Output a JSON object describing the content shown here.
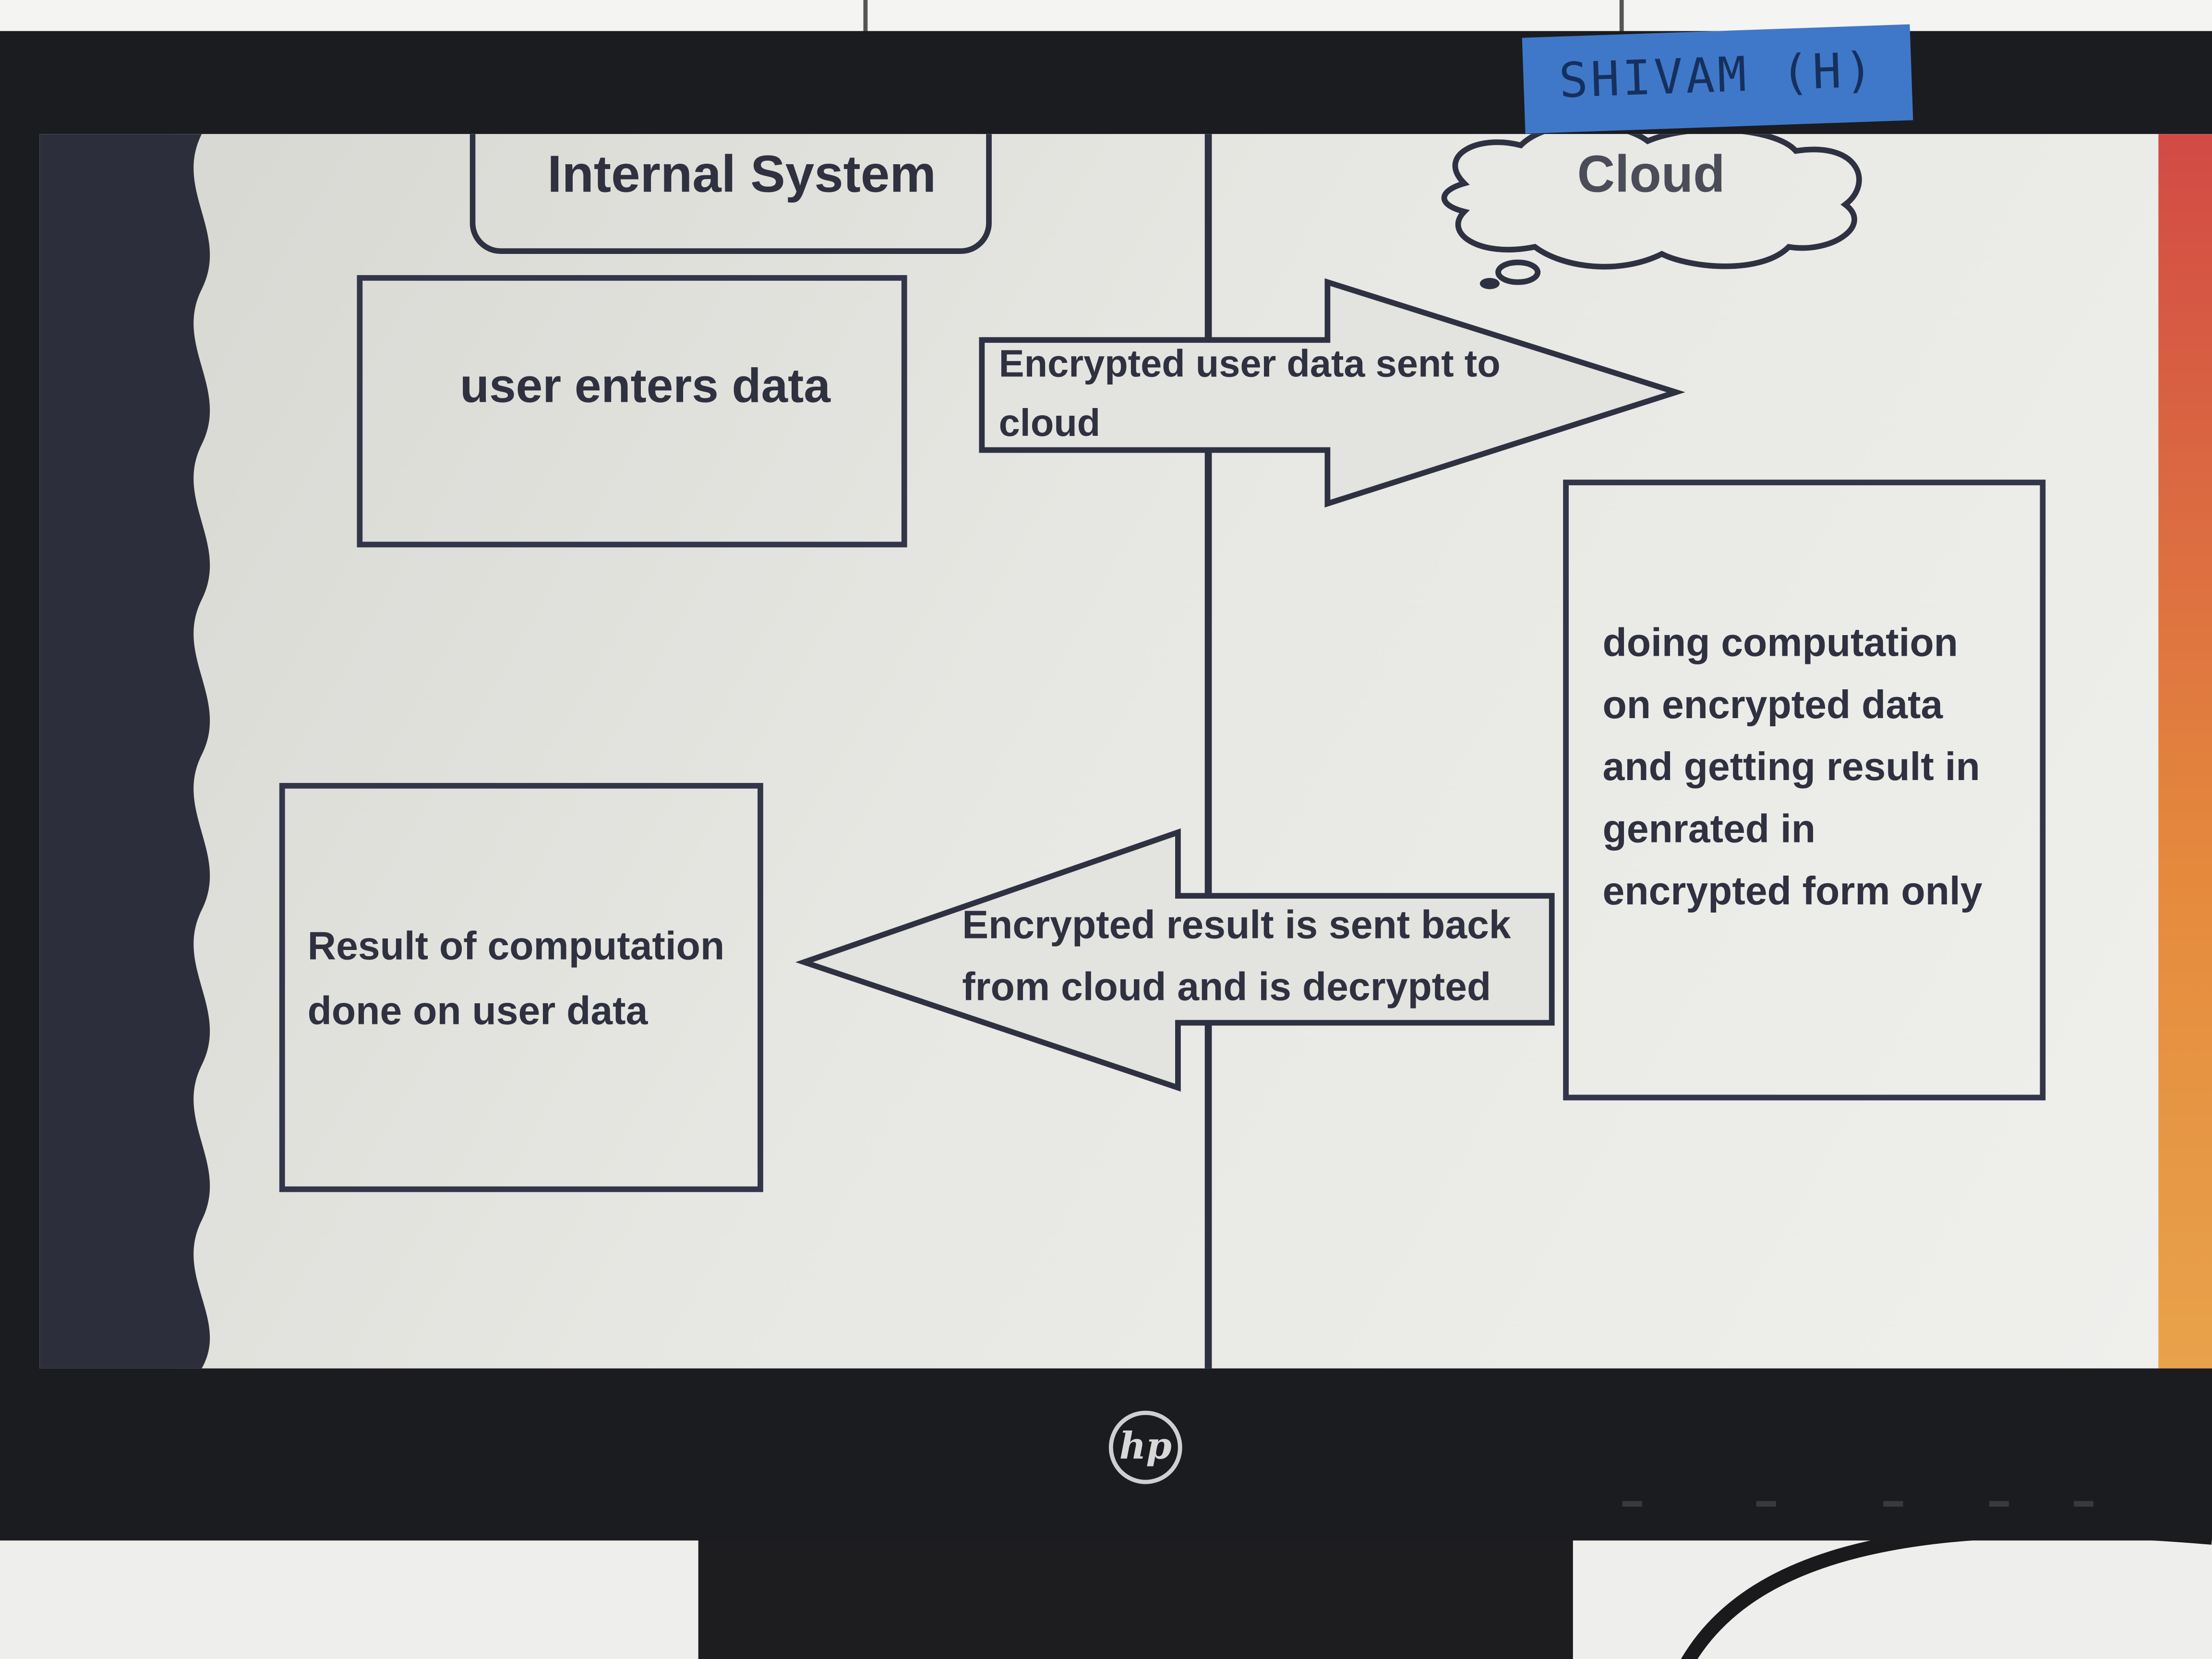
{
  "tape": {
    "text": "SHIVAM (H)"
  },
  "diagram": {
    "headers": {
      "left": "Internal System",
      "right": "Cloud"
    },
    "boxes": {
      "user_enters": "user enters data",
      "computation": [
        "doing computation",
        "on encrypted data",
        "and getting result in",
        "genrated in",
        "encrypted form only"
      ],
      "result": [
        "Result of computation",
        "done on user data"
      ]
    },
    "arrows": {
      "to_cloud": [
        "Encrypted user data sent to",
        "cloud"
      ],
      "from_cloud": [
        "Encrypted result is sent back",
        "from cloud and is decrypted"
      ]
    }
  },
  "monitor": {
    "brand": "hp"
  },
  "colors": {
    "bezel": "#1b1c20",
    "tape": "#3f78c8",
    "ink": "#2f3140",
    "slide_edge": "#d24a45"
  }
}
